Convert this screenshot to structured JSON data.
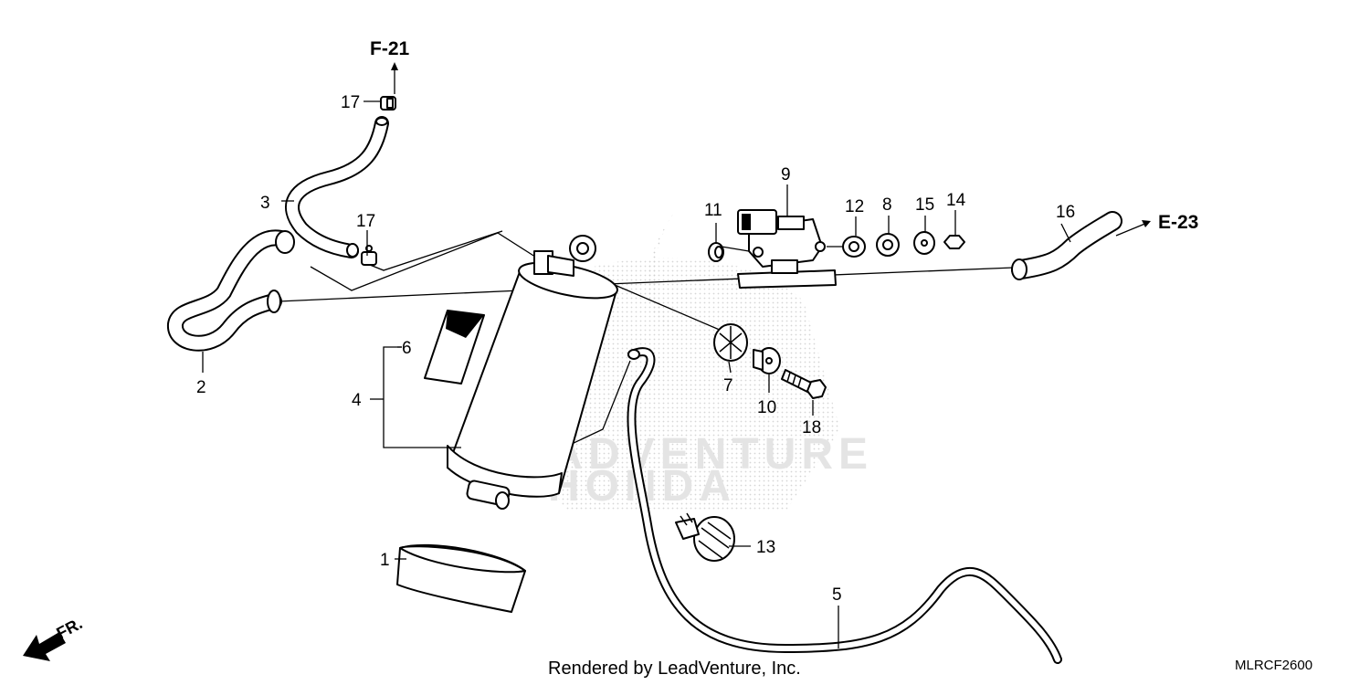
{
  "diagram": {
    "references": {
      "top": "F-21",
      "right": "E-23"
    },
    "direction_label": "FR.",
    "footer": "Rendered by LeadVenture, Inc.",
    "diagram_code": "MLRCF2600",
    "watermark": {
      "line1": "LEADVENTURE",
      "line2": "HONDA"
    },
    "callouts": {
      "p1": "1",
      "p2": "2",
      "p3": "3",
      "p4": "4",
      "p5": "5",
      "p6": "6",
      "p7": "7",
      "p8": "8",
      "p9": "9",
      "p10": "10",
      "p11": "11",
      "p12": "12",
      "p13": "13",
      "p14": "14",
      "p15": "15",
      "p16": "16",
      "p17a": "17",
      "p17b": "17",
      "p18": "18"
    }
  }
}
